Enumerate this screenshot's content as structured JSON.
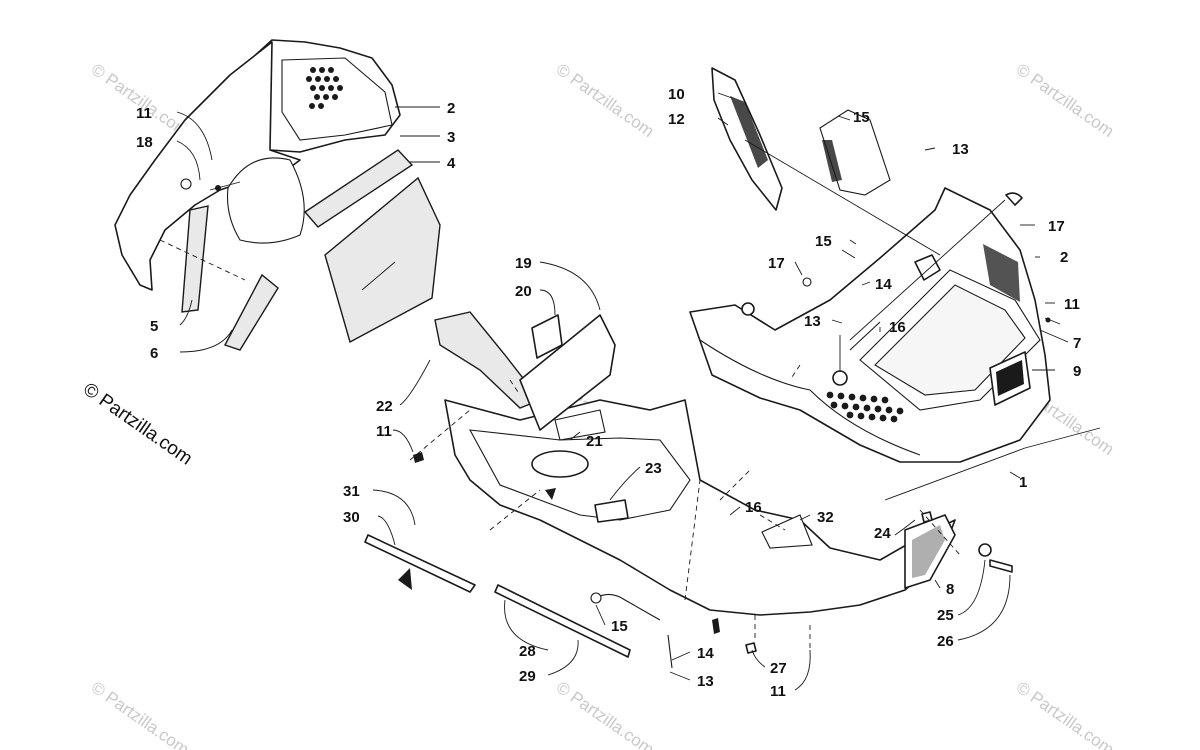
{
  "watermark": {
    "text": "© Partzilla.com",
    "color": "#c9c9c9"
  },
  "copyright": {
    "text": "© Partzilla.com"
  },
  "callouts": [
    {
      "id": "c1",
      "label": "1"
    },
    {
      "id": "c2a",
      "label": "2"
    },
    {
      "id": "c2b",
      "label": "2"
    },
    {
      "id": "c3",
      "label": "3"
    },
    {
      "id": "c4",
      "label": "4"
    },
    {
      "id": "c5",
      "label": "5"
    },
    {
      "id": "c6",
      "label": "6"
    },
    {
      "id": "c7",
      "label": "7"
    },
    {
      "id": "c8",
      "label": "8"
    },
    {
      "id": "c9",
      "label": "9"
    },
    {
      "id": "c10",
      "label": "10"
    },
    {
      "id": "c11a",
      "label": "11"
    },
    {
      "id": "c11b",
      "label": "11"
    },
    {
      "id": "c11c",
      "label": "11"
    },
    {
      "id": "c11d",
      "label": "11"
    },
    {
      "id": "c12",
      "label": "12"
    },
    {
      "id": "c13a",
      "label": "13"
    },
    {
      "id": "c13b",
      "label": "13"
    },
    {
      "id": "c13c",
      "label": "13"
    },
    {
      "id": "c14a",
      "label": "14"
    },
    {
      "id": "c14b",
      "label": "14"
    },
    {
      "id": "c15a",
      "label": "15"
    },
    {
      "id": "c15b",
      "label": "15"
    },
    {
      "id": "c15c",
      "label": "15"
    },
    {
      "id": "c16a",
      "label": "16"
    },
    {
      "id": "c16b",
      "label": "16"
    },
    {
      "id": "c17a",
      "label": "17"
    },
    {
      "id": "c17b",
      "label": "17"
    },
    {
      "id": "c18",
      "label": "18"
    },
    {
      "id": "c19",
      "label": "19"
    },
    {
      "id": "c20",
      "label": "20"
    },
    {
      "id": "c21",
      "label": "21"
    },
    {
      "id": "c22",
      "label": "22"
    },
    {
      "id": "c23",
      "label": "23"
    },
    {
      "id": "c24",
      "label": "24"
    },
    {
      "id": "c25",
      "label": "25"
    },
    {
      "id": "c26",
      "label": "26"
    },
    {
      "id": "c27",
      "label": "27"
    },
    {
      "id": "c28",
      "label": "28"
    },
    {
      "id": "c29",
      "label": "29"
    },
    {
      "id": "c30",
      "label": "30"
    },
    {
      "id": "c31",
      "label": "31"
    },
    {
      "id": "c32",
      "label": "32"
    }
  ]
}
